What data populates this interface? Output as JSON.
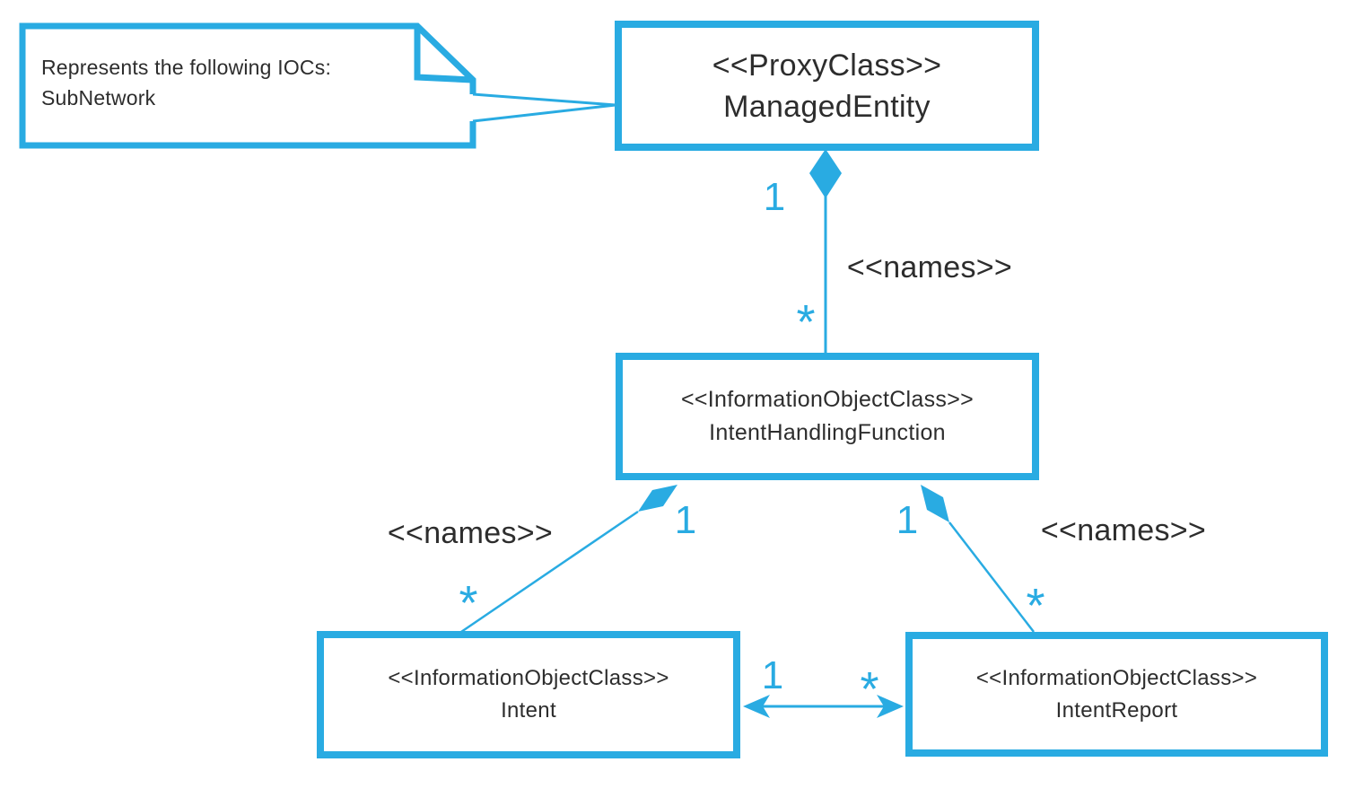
{
  "colors": {
    "accent": "#29ABE2",
    "text": "#2D2D2D"
  },
  "note": {
    "line1": "Represents the following IOCs:",
    "line2": "SubNetwork"
  },
  "classes": {
    "managed_entity": {
      "stereotype": "<<ProxyClass>>",
      "name": "ManagedEntity"
    },
    "intent_handling_function": {
      "stereotype": "<<InformationObjectClass>>",
      "name": "IntentHandlingFunction"
    },
    "intent": {
      "stereotype": "<<InformationObjectClass>>",
      "name": "Intent"
    },
    "intent_report": {
      "stereotype": "<<InformationObjectClass>>",
      "name": "IntentReport"
    }
  },
  "associations": {
    "managedentity_names_ihf": {
      "label": "<<names>>",
      "parent_multiplicity": "1",
      "child_multiplicity": "*"
    },
    "ihf_names_intent": {
      "label": "<<names>>",
      "parent_multiplicity": "1",
      "child_multiplicity": "*"
    },
    "ihf_names_intentreport": {
      "label": "<<names>>",
      "parent_multiplicity": "1",
      "child_multiplicity": "*"
    },
    "intent_intentreport": {
      "left_multiplicity": "1",
      "right_multiplicity": "*"
    }
  }
}
